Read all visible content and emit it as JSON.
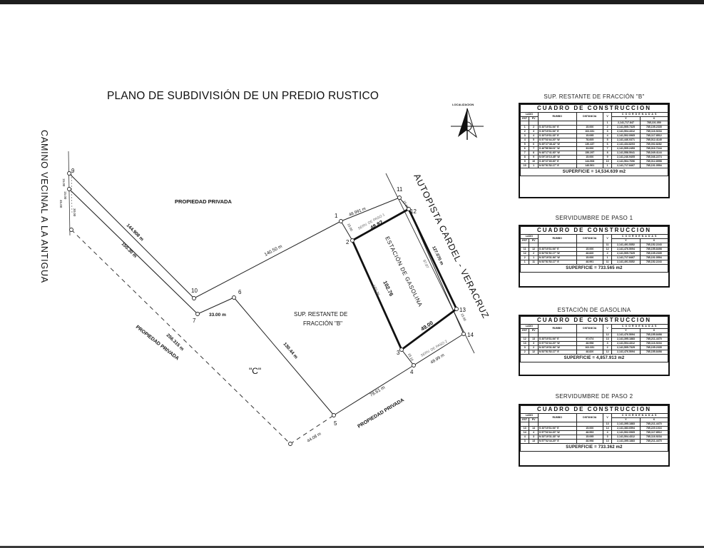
{
  "title": "PLANO DE SUBDIVISIÓN DE UN PREDIO RUSTICO",
  "location_label": "LOCALIZACION",
  "road_labels": {
    "left": "CAMINO VECINAL A LA ANTIGUA",
    "right": "AUTOPISTA CARDEL - VERACRUZ"
  },
  "area_labels": {
    "propiedad_top": "PROPIEDAD PRIVADA",
    "sup_restante_1": "SUP. RESTANTE DE",
    "sup_restante_2": "FRACCIÓN \"B\"",
    "fraccion_c": "\"C\"",
    "propiedad_left": "PROPIEDAD PRIVADA",
    "propiedad_bottom": "PROPIEDAD PRIVADA",
    "estacion": "ESTACIÓN DE GASOLINA",
    "serv_paso_1": "SERV. DE PASO 1",
    "serv_paso_2": "SERV. DE PASO 2"
  },
  "vertices": {
    "v1": "1",
    "v2": "2",
    "v3": "3",
    "v4": "4",
    "v5": "5",
    "v6": "6",
    "v7": "7",
    "v9": "9",
    "v10": "10",
    "v11": "11",
    "v12": "12",
    "v13": "13",
    "v14": "14"
  },
  "dimensions": {
    "d_9_10": "144.908 m",
    "d_150": "150.30 m",
    "d_10_1": "140.50 m",
    "d_7_6": "33.00 m",
    "d_1_11": "48.991 m",
    "d_12_13": "127.070 m",
    "d_97": "97.07",
    "d_2_12": "48.82",
    "d_3_13": "49.00",
    "d_2_3": "102.76",
    "d_132": "132.36",
    "d_6_5": "130.44 m",
    "d_5_4": "78.61 m",
    "d_4_14": "48.99 m",
    "d_256": "256.315 m",
    "d_44": "44.08 m",
    "d_1_2": "15.00",
    "d_11_12": "15.00",
    "d_13_14": "15.00",
    "d_3_4": "15.10",
    "d_left_a": "15.00",
    "d_left_b": "45.00",
    "d_left_c": "30.00",
    "d_left_d": "15.00"
  },
  "tables": [
    {
      "title": "SUP. RESTANTE DE FRACCIÓN \"B\"",
      "caption": "CUADRO DE CONSTRUCCION",
      "headers": {
        "lado": "LADO",
        "est": "EST",
        "pv": "PV",
        "rumbo": "RUMBO",
        "distancia": "DISTANCIA",
        "v": "V",
        "coordenadas": "COORDENADAS",
        "y": "Y",
        "x": "X"
      },
      "rows": [
        [
          "",
          "",
          "",
          "",
          "1",
          "2,141,717.847",
          "785,101.059"
        ],
        [
          "1",
          "2",
          "S 33°19'31.94\" E",
          "15.000",
          "2",
          "2,141,505.7325",
          "785,105.2335"
        ],
        [
          "2",
          "3",
          "S 33°19'31.94\" E",
          "102.331",
          "3",
          "2,141,504.4312",
          "785,116.9234"
        ],
        [
          "3",
          "4",
          "S 33°19'31.33\" E",
          "15.095",
          "4",
          "2,141,502.0965",
          "785,117.8512"
        ],
        [
          "4",
          "5",
          "S 57°02'44.20\" W",
          "78.605",
          "5",
          "2,141,446.0371",
          "785,012.4145"
        ],
        [
          "5",
          "6",
          "N 45°27'48.42\" W",
          "130.437",
          "6",
          "2,141,434.8203",
          "785,002.8282"
        ],
        [
          "6",
          "7",
          "S 46°56'38.01\" W",
          "33.000",
          "7",
          "2,141,505.2453",
          "785,016.7244"
        ],
        [
          "7",
          "8",
          "N 48°17'41.60\" W",
          "150.297",
          "8",
          "2,141,558.5041",
          "785,049.4144"
        ],
        [
          "8",
          "9",
          "N 09°20'10.45\" W",
          "15.000",
          "9",
          "2,141,246.9405",
          "785,046.2274"
        ],
        [
          "9",
          "10",
          "S 49°47'45.30\" E",
          "144.908",
          "10",
          "2,141,564.7696",
          "785,012.8998"
        ],
        [
          "10",
          "1",
          "N 52°51'52.17\" E",
          "140.501",
          "1",
          "2,141,717.8467",
          "785,101.0594"
        ]
      ],
      "surface": "SUPERFICIE = 14,534.639 m2"
    },
    {
      "title": "SERVIDUMBRE DE PASO 1",
      "caption": "CUADRO DE CONSTRUCCION",
      "headers": {
        "lado": "LADO",
        "est": "EST",
        "pv": "PV",
        "rumbo": "RUMBO",
        "distancia": "DISTANCIA",
        "v": "V",
        "coordenadas": "COORDENADAS",
        "y": "Y",
        "x": "X"
      },
      "rows": [
        [
          "",
          "",
          "",
          "",
          "11",
          "2,141,491.5352",
          "785,152.2243"
        ],
        [
          "11",
          "12",
          "S 33°19'31.94\" E",
          "15.000",
          "12",
          "2,141,476.5094",
          "785,155.8498"
        ],
        [
          "12",
          "2",
          "S 52°51'52.17\" W",
          "48.820",
          "2",
          "2,141,505.7325",
          "785,105.2335"
        ],
        [
          "2",
          "1",
          "N 33°19'31.94\" W",
          "15.000",
          "1",
          "2,141,717.8467",
          "785,101.0594"
        ],
        [
          "1",
          "11",
          "N 52°51'52.17\" E",
          "48.991",
          "11",
          "2,141,491.5352",
          "785,152.2243"
        ]
      ],
      "surface": "SUPERFICIE = 733.565 m2"
    },
    {
      "title": "ESTACIÓN DE GASOLINA",
      "caption": "CUADRO DE CONSTRUCCION",
      "headers": {
        "lado": "LADO",
        "est": "EST",
        "pv": "PV",
        "rumbo": "RUMBO",
        "distancia": "DISTANCIA",
        "v": "V",
        "coordenadas": "COORDENADAS",
        "y": "Y",
        "x": "X"
      },
      "rows": [
        [
          "",
          "",
          "",
          "",
          "12",
          "2,141,476.5094",
          "785,155.8498"
        ],
        [
          "12",
          "13",
          "S 33°19'31.94\" E",
          "97.074",
          "13",
          "2,141,395.1883",
          "785,211.4470"
        ],
        [
          "13",
          "3",
          "S 57°02'44.20\" W",
          "48.998",
          "3",
          "2,141,504.4312",
          "785,116.9234"
        ],
        [
          "3",
          "2",
          "N 33°19'31.94\" W",
          "102.331",
          "2",
          "2,141,505.7325",
          "785,105.2335"
        ],
        [
          "2",
          "12",
          "N 52°51'52.17\" E",
          "48.820",
          "12",
          "2,141,476.5094",
          "785,155.8498"
        ]
      ],
      "surface": "SUPERFICIE = 4,857.913 m2"
    },
    {
      "title": "SERVIDUMBRE DE PASO 2",
      "caption": "CUADRO DE CONSTRUCCION",
      "headers": {
        "lado": "LADO",
        "est": "EST",
        "pv": "PV",
        "rumbo": "RUMBO",
        "distancia": "DISTANCIA",
        "v": "V",
        "coordenadas": "COORDENADAS",
        "y": "Y",
        "x": "X"
      },
      "rows": [
        [
          "",
          "",
          "",
          "",
          "13",
          "2,141,395.1883",
          "785,211.4470"
        ],
        [
          "13",
          "14",
          "S 33°19'31.94\" E",
          "15.000",
          "14",
          "2,141,383.6594",
          "785,220.1016"
        ],
        [
          "14",
          "4",
          "S 57°02'44.20\" W",
          "48.993",
          "4",
          "2,141,502.0965",
          "785,117.8512"
        ],
        [
          "4",
          "3",
          "N 33°19'31.33\" W",
          "15.095",
          "3",
          "2,141,504.4312",
          "785,116.9234"
        ],
        [
          "3",
          "13",
          "N 57°02'44.20\" E",
          "48.998",
          "13",
          "2,141,395.1883",
          "785,211.4470"
        ]
      ],
      "surface": "SUPERFICIE = 733.362 m2"
    }
  ]
}
